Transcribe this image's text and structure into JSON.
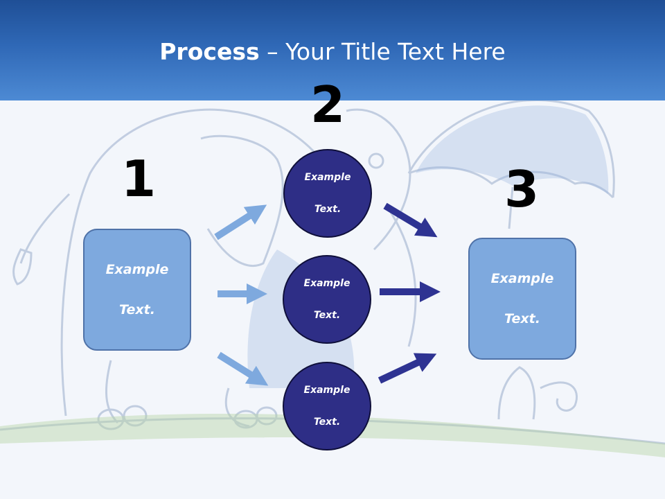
{
  "title": {
    "bold": "Process",
    "rest": " – Your Title Text Here"
  },
  "steps": {
    "one": "1",
    "two": "2",
    "three": "3"
  },
  "left_box": {
    "line1": "Example",
    "line2": "Text."
  },
  "circles": [
    {
      "line1": "Example",
      "line2": "Text."
    },
    {
      "line1": "Example",
      "line2": "Text."
    },
    {
      "line1": "Example",
      "line2": "Text."
    }
  ],
  "right_box": {
    "line1": "Example",
    "line2": "Text."
  },
  "colors": {
    "header_dark": "#1f4f96",
    "header_light": "#4d8ad4",
    "box_fill": "#7ea9de",
    "circle_fill": "#2e2e86",
    "arrow_light": "#7ea9de",
    "arrow_dark": "#2e3392"
  },
  "background_illustration": "elephant-with-umbrella-sketch"
}
